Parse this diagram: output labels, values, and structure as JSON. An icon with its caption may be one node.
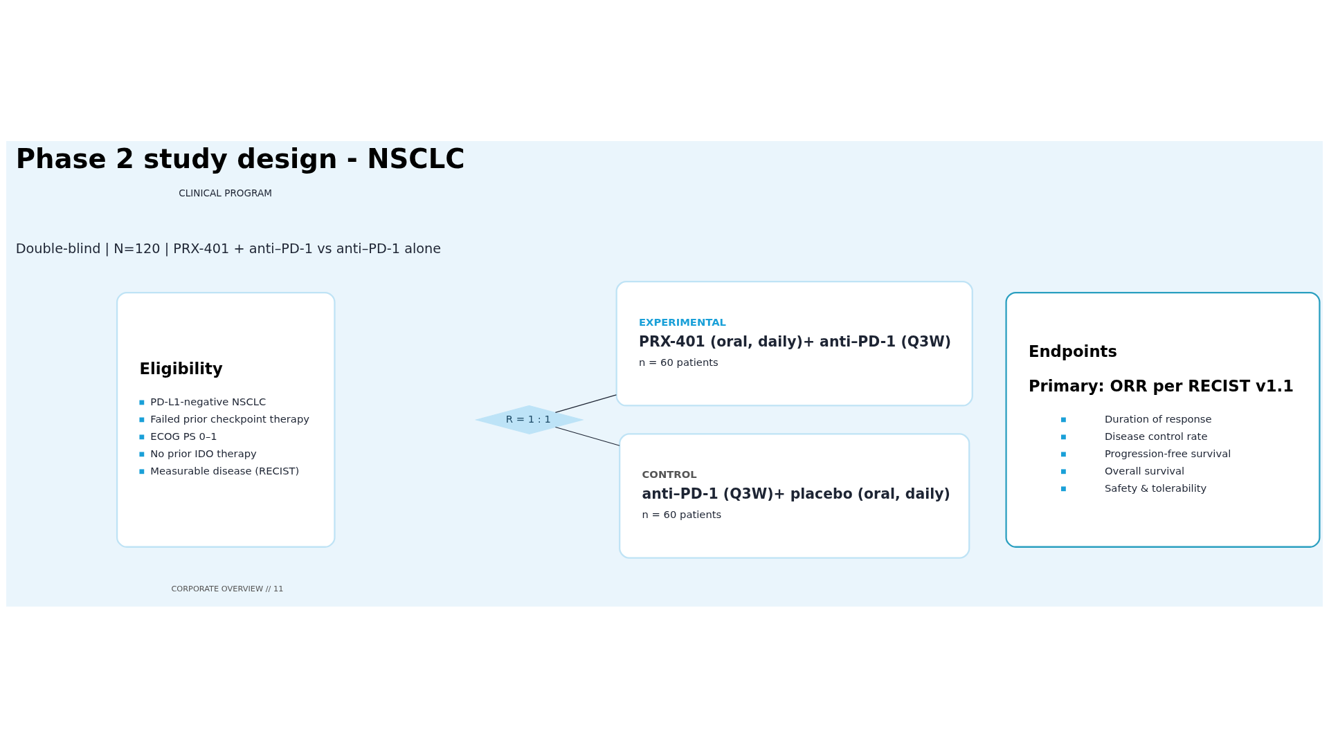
{
  "diagram": {
    "title": "Phase 2 study design - NSCLC",
    "nodes": [
      {
        "text": [
          "Eligibility",
          "PD-L1-negative NSCLC",
          "Failed prior checkpoint therapy",
          "ECOG PS 0–1",
          "No prior IDO therapy",
          "Measurable disease (RECIST)"
        ]
      },
      {
        "text": [
          "R = 1 : 1"
        ]
      },
      {
        "text": [
          "EXPERIMENTAL",
          "PRX-401 (oral, daily)+ anti–PD-1 (Q3W)",
          "n = 60 patients"
        ]
      },
      {
        "text": [
          "CONTROL",
          "anti–PD-1 (Q3W)+ placebo (oral, daily)",
          "n = 60 patients"
        ]
      },
      {
        "text": [
          "Endpoints",
          "Primary: ORR per RECIST v1.1",
          "Duration of response",
          "Disease control rate",
          "Progression-free survival",
          "Overall survival",
          "Safety & tolerability"
        ]
      }
    ],
    "edges": [
      {
        "from": 1,
        "to": 2,
        "arrow": "none"
      },
      {
        "from": 1,
        "to": 3,
        "arrow": "none"
      }
    ],
    "labels": [
      "CLINICAL PROGRAM",
      "Double-blind | N=120 | PRX-401 + anti–PD-1 vs anti–PD-1 alone",
      "CORPORATE OVERVIEW // 11"
    ]
  }
}
